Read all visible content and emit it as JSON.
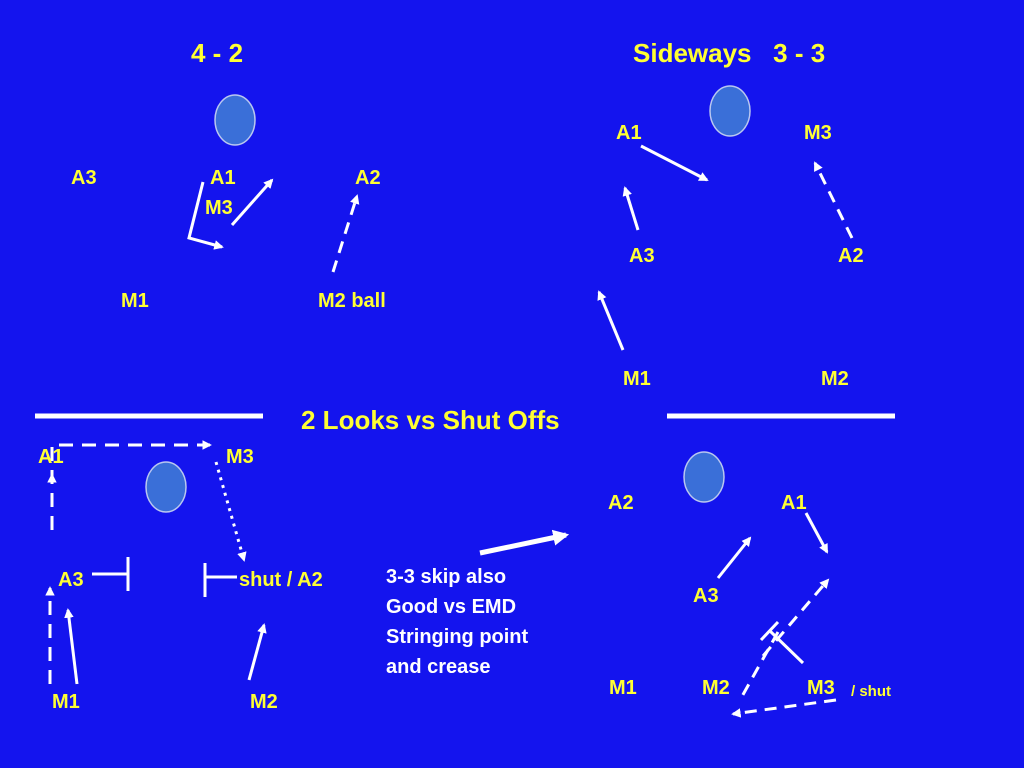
{
  "colors": {
    "background": "#1414ee",
    "label": "#ffff33",
    "note": "#ffffff",
    "arrow": "#ffffff",
    "goal_fill": "#3a6fd8",
    "goal_stroke": "#b9c7f0"
  },
  "center_title": "2 Looks vs Shut Offs",
  "diagrams": {
    "four_two": {
      "title": "4 - 2",
      "labels": {
        "a3": "A3",
        "a1": "A1",
        "m3": "M3",
        "a2": "A2",
        "m1": "M1",
        "m2": "M2 ball"
      }
    },
    "sideways": {
      "title": "Sideways   3 - 3",
      "labels": {
        "a1": "A1",
        "m3": "M3",
        "a3": "A3",
        "a2": "A2",
        "m1": "M1",
        "m2": "M2"
      }
    },
    "shut_left": {
      "labels": {
        "a1": "A1",
        "m3": "M3",
        "a3": "A3",
        "shut_a2": "shut / A2",
        "m1": "M1",
        "m2": "M2"
      }
    },
    "skip": {
      "note_lines": [
        "3-3 skip also",
        "Good vs EMD",
        "Stringing point",
        "and crease"
      ],
      "labels": {
        "a2": "A2",
        "a1": "A1",
        "a3": "A3",
        "m1": "M1",
        "m2": "M2",
        "m3": "M3",
        "shut": "/ shut"
      }
    }
  }
}
